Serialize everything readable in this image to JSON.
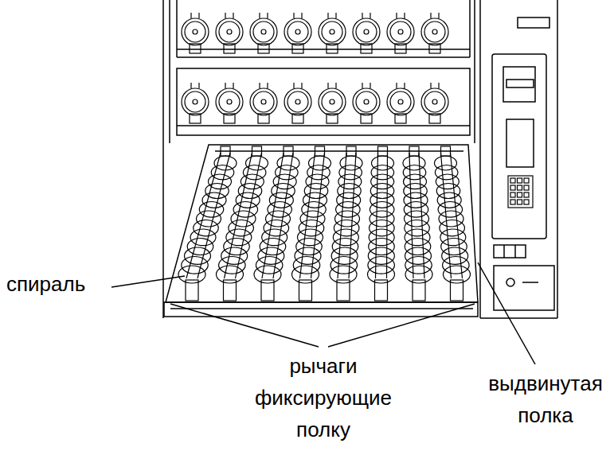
{
  "diagram": {
    "labels": [
      "спираль",
      "рычаги фиксирующие полку",
      "выдвинутая полка"
    ]
  }
}
